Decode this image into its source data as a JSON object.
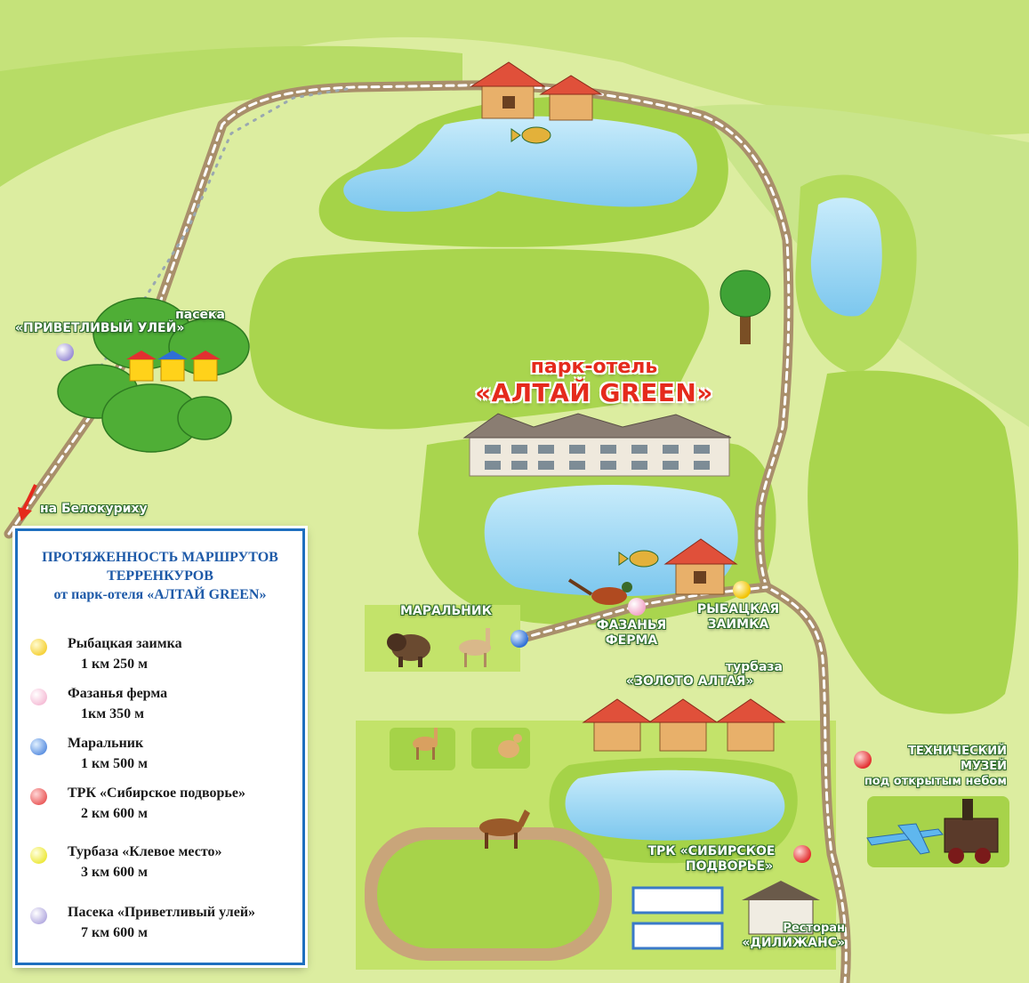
{
  "hotel": {
    "title_line1": "парк-отель",
    "title_line2": "«АЛТАЙ GREEN»"
  },
  "labels": {
    "apiary_small": "пасека",
    "apiary": "«ПРИВЕТЛИВЫЙ УЛЕЙ»",
    "direction": "на Белокуриху",
    "maralnik": "МАРАЛЬНИК",
    "pheasant_1": "ФАЗАНЬЯ",
    "pheasant_2": "ФЕРМА",
    "fishing_1": "РЫБАЦКАЯ",
    "fishing_2": "ЗАИМКА",
    "turbaza_small": "турбаза",
    "turbaza": "«ЗОЛОТО АЛТАЯ»",
    "museum_1": "ТЕХНИЧЕСКИЙ",
    "museum_2": "МУЗЕЙ",
    "museum_3": "под открытым небом",
    "trk_1": "ТРК «СИБИРСКОЕ",
    "trk_2": "ПОДВОРЬЕ»",
    "restaurant_small": "Ресторан",
    "restaurant": "«ДИЛИЖАНС»"
  },
  "legend": {
    "title_line1": "ПРОТЯЖЕННОСТЬ МАРШРУТОВ",
    "title_line2": "ТЕРРЕНКУРОВ",
    "title_line3": "от парк-отеля «АЛТАЙ GREEN»",
    "items": [
      {
        "name": "Рыбацкая заимка",
        "distance": "1 км 250 м",
        "color": "#f2c200"
      },
      {
        "name": "Фазанья ферма",
        "distance": "1км 350 м",
        "color": "#f2a6c8"
      },
      {
        "name": "Маральник",
        "distance": "1 км 500 м",
        "color": "#2f6fd6"
      },
      {
        "name": "ТРК «Сибирское подворье»",
        "distance": "2 км 600 м",
        "color": "#e23030"
      },
      {
        "name": "Турбаза «Клевое место»",
        "distance": "3 км 600 м",
        "color": "#e6e000"
      },
      {
        "name": "Пасека «Приветливый улей»",
        "distance": "7 км 600 м",
        "color": "#9b8fd6"
      }
    ]
  },
  "colors": {
    "ground": "#d9ec9a",
    "field": "#a7d34a",
    "water": "#8fd3f4",
    "road": "#b9a27e",
    "accent_red": "#e52a1c",
    "legend_blue": "#1e6fbf"
  }
}
